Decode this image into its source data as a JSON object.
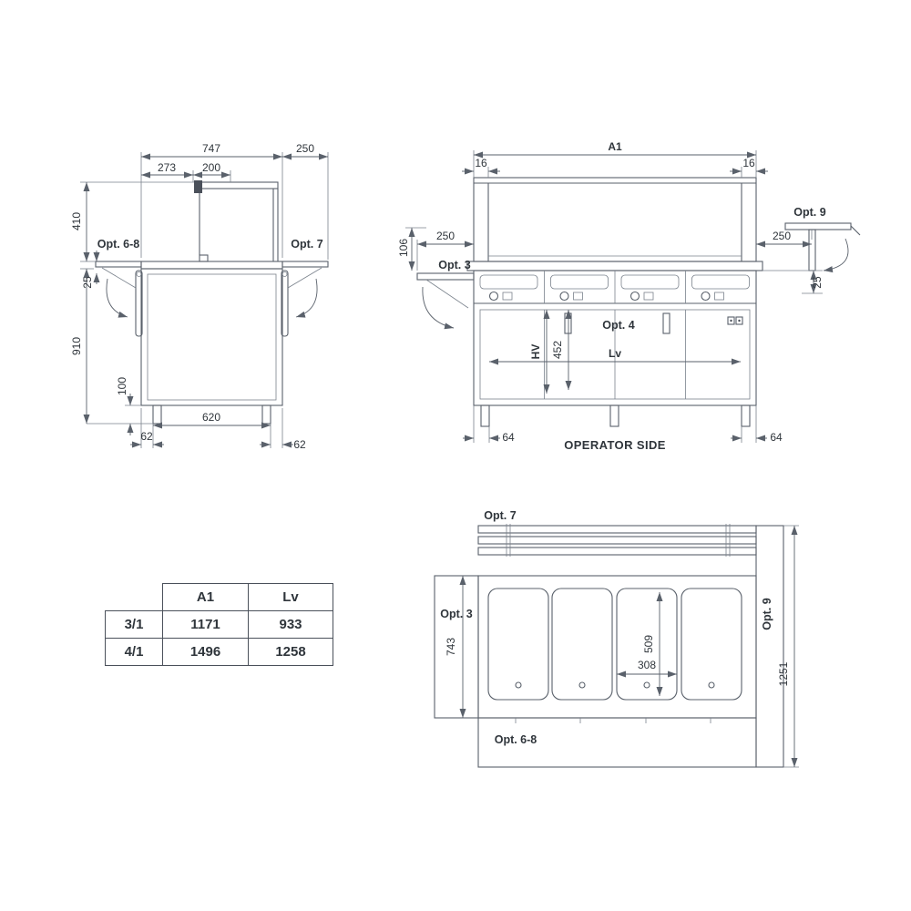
{
  "colors": {
    "line": "#5a616b",
    "text": "#2f353b"
  },
  "side_view": {
    "dims": {
      "width_total": "747",
      "shelf_right_width": "250",
      "inner_left": "273",
      "inner_right": "200",
      "glass_height": "410",
      "shelf_drop": "25",
      "counter_height": "910",
      "leg_height": "100",
      "leg_span": "620",
      "leg_offset_left": "62",
      "leg_offset_right": "62"
    },
    "labels": {
      "opt_6_8": "Opt. 6-8",
      "opt_7": "Opt. 7"
    }
  },
  "front_view": {
    "dims": {
      "width_total": "A1",
      "frame_left": "16",
      "frame_right": "16",
      "glass_front_height": "106",
      "shelf_left_width": "250",
      "shelf_right_width": "250",
      "shelf_drop_right": "25",
      "well_height_label": "HV",
      "well_height": "452",
      "useful_width": "Lv",
      "leg_offset_left": "64",
      "leg_offset_right": "64"
    },
    "labels": {
      "opt_3": "Opt. 3",
      "opt_9": "Opt. 9",
      "opt_4": "Opt. 4",
      "operator_side": "OPERATOR SIDE"
    }
  },
  "plan_view": {
    "dims": {
      "top_depth": "743",
      "pan_length": "509",
      "pan_width": "308",
      "total_depth": "1251"
    },
    "labels": {
      "opt_7": "Opt. 7",
      "opt_3": "Opt. 3",
      "opt_9": "Opt. 9",
      "opt_6_8": "Opt. 6-8"
    }
  },
  "table": {
    "headers": {
      "a1": "A1",
      "lv": "Lv"
    },
    "rows": [
      {
        "model": "3/1",
        "a1": "1171",
        "lv": "933"
      },
      {
        "model": "4/1",
        "a1": "1496",
        "lv": "1258"
      }
    ]
  }
}
